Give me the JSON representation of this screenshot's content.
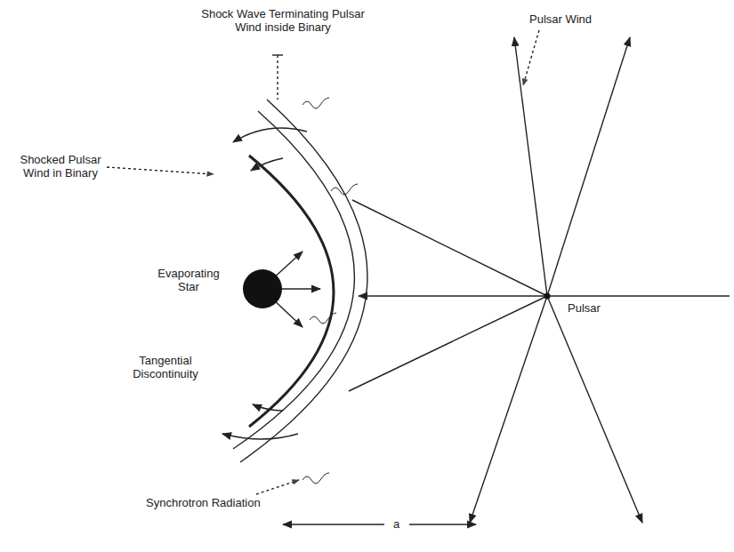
{
  "diagram": {
    "labels": [
      "Shock Wave Terminating Pulsar Wind inside Binary",
      "Pulsar Wind",
      "Shocked Pulsar Wind in Binary",
      "Evaporating Star",
      "Pulsar",
      "Tangential Discontinuity",
      "Synchrotron Radiation",
      "a"
    ]
  }
}
